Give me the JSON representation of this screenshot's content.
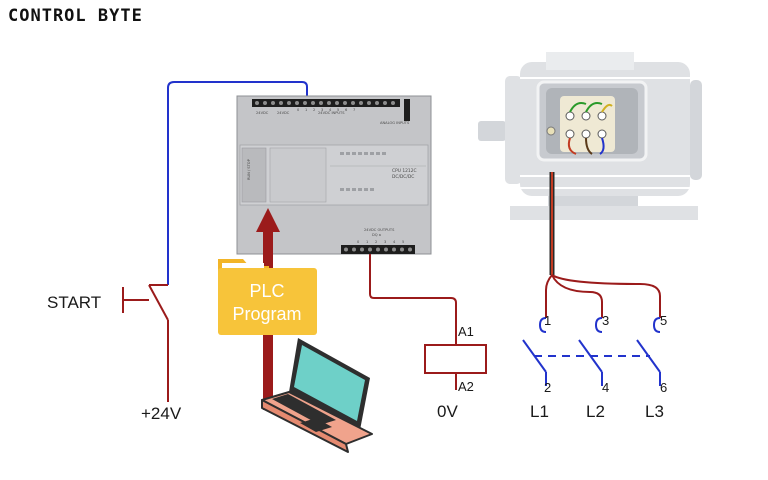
{
  "brand": {
    "name": "CONTROL BYTE"
  },
  "plc": {
    "power_label": "24VDC",
    "inputs_label": "24VDC INPUTS",
    "analog_label": "ANALOG INPUTS",
    "cpu_model": "CPU 1212C",
    "cpu_supply": "DC/DC/DC",
    "outputs_label": "24VDC OUTPUTS",
    "output_group": "DQ a",
    "run_stop_label": "RUN / STOP",
    "top_terminal_numbers": [
      "0",
      "1",
      "2",
      "3",
      "4",
      "5",
      "6",
      "7"
    ],
    "bottom_terminal_numbers": [
      "0",
      "1",
      "2",
      "3",
      "4",
      "5"
    ]
  },
  "folder": {
    "line1": "PLC",
    "line2": "Program"
  },
  "start": {
    "label": "START",
    "supply": "+24V"
  },
  "coil": {
    "a1": "A1",
    "a2": "A2",
    "zero": "0V"
  },
  "contactor": {
    "top": [
      "1",
      "3",
      "5"
    ],
    "bottom": [
      "2",
      "4",
      "6"
    ],
    "lines": [
      "L1",
      "L2",
      "L3"
    ]
  },
  "colors": {
    "wire_blue": "#2233cc",
    "wire_red": "#9b1b1b",
    "plc_body": "#c4c5c8",
    "folder": "#f7c43a",
    "laptop_screen": "#6ed0c8",
    "laptop_base": "#f0a38c",
    "motor": "#dfe1e4"
  }
}
